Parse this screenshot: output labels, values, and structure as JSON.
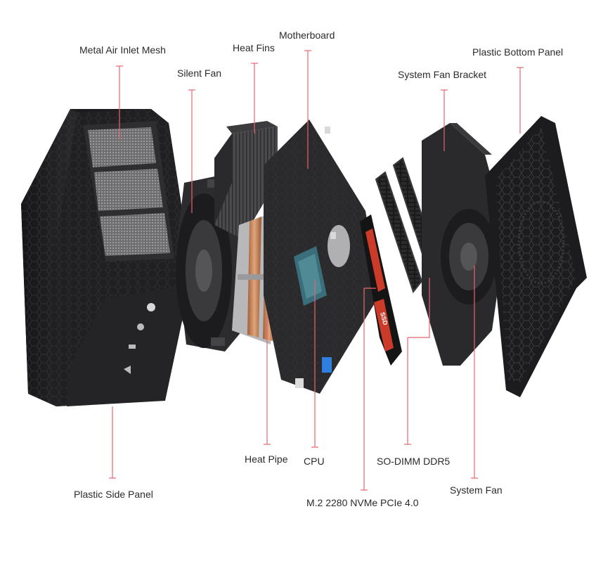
{
  "labels": {
    "metal_air_inlet_mesh": "Metal Air Inlet Mesh",
    "silent_fan": "Silent Fan",
    "heat_fins": "Heat Fins",
    "motherboard": "Motherboard",
    "system_fan_bracket": "System Fan Bracket",
    "plastic_bottom_panel": "Plastic Bottom Panel",
    "plastic_side_panel": "Plastic Side Panel",
    "heat_pipe": "Heat Pipe",
    "cpu": "CPU",
    "m2_ssd": "M.2 2280 NVMe PCIe 4.0",
    "so_dimm": "SO-DIMM DDR5",
    "system_fan": "System Fan"
  },
  "part_text": {
    "ssd_sticker": "SSD"
  },
  "colors": {
    "leader_line": "#e8646e",
    "label_text": "#2b2b2b",
    "chassis": "#1c1c1e",
    "copper": "#c8875a",
    "usb_blue": "#2f7fe0"
  }
}
